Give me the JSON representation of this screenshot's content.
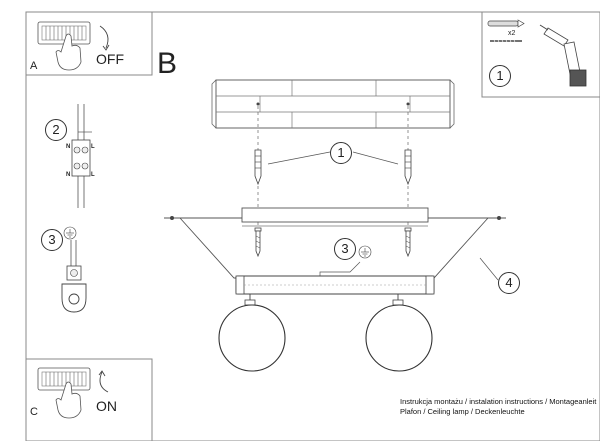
{
  "panels": {
    "a": {
      "letter": "A",
      "state": "OFF"
    },
    "c": {
      "letter": "C",
      "state": "ON"
    },
    "b": {
      "letter": "B"
    }
  },
  "callouts": {
    "step1_topright": "1",
    "step2": "2",
    "step3_left": "3",
    "step1_main": "1",
    "step3_main": "3",
    "step4_main": "4"
  },
  "terminals": {
    "n": "N",
    "l": "L"
  },
  "quantity_label": "x2",
  "caption": {
    "line1": "Instrukcja montażu / instalation instructions / Montageanleit",
    "line2": "Plafon / Ceiling lamp / Deckenleuchte"
  },
  "icons": [
    "switch-off-icon",
    "switch-on-icon",
    "screw-and-dowel-icon",
    "drill-icon",
    "terminal-block-icon",
    "ground-icon",
    "ground-clamp-icon",
    "hand-icon"
  ]
}
